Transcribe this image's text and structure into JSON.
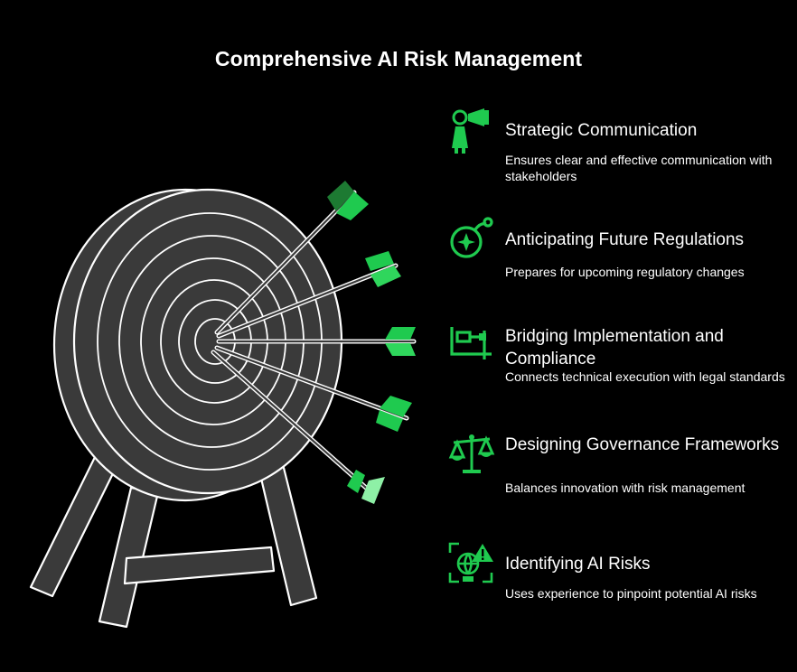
{
  "title": "Comprehensive AI Risk Management",
  "colors": {
    "background": "#000000",
    "accent": "#1fca4f",
    "accent_light": "#8ef0a6",
    "accent_dark": "#1d7a32",
    "target": "#3a3a3a",
    "outline": "#ffffff"
  },
  "items": [
    {
      "icon": "megaphone-person-icon",
      "heading": "Strategic Communication",
      "description": "Ensures clear and effective communication with stakeholders"
    },
    {
      "icon": "compass-bomb-icon",
      "heading": "Anticipating Future Regulations",
      "description": "Prepares for upcoming regulatory changes"
    },
    {
      "icon": "pipeline-connector-icon",
      "heading": "Bridging Implementation and Compliance",
      "description": "Connects technical execution with legal standards"
    },
    {
      "icon": "balance-scale-icon",
      "heading": "Designing Governance Frameworks",
      "description": "Balances innovation with risk management"
    },
    {
      "icon": "globe-warning-icon",
      "heading": "Identifying AI Risks",
      "description": "Uses experience to pinpoint potential AI risks"
    }
  ]
}
